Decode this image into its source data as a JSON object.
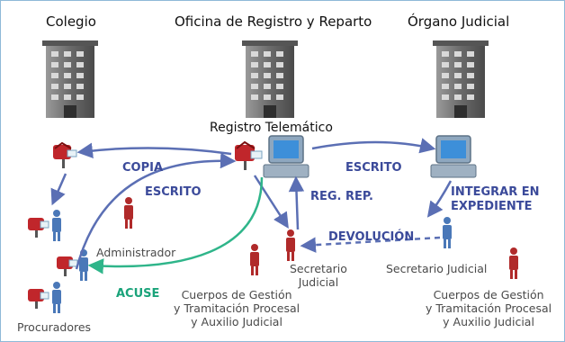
{
  "headers": {
    "colegio": "Colegio",
    "oficina": "Oficina de Registro y Reparto",
    "organo": "Órgano Judicial"
  },
  "labels": {
    "registro_telematico": "Registro Telemático",
    "administrador": "Administrador",
    "procuradores": "Procuradores",
    "secretario_left_1": "Secretario",
    "secretario_left_2": "Judicial",
    "secretario_right": "Secretario Judicial",
    "cuerpos_1": "Cuerpos de Gestión",
    "cuerpos_2": "y Tramitación Procesal",
    "cuerpos_3": "y Auxilio Judicial"
  },
  "flows": {
    "copia": "COPIA",
    "escrito_left": "ESCRITO",
    "escrito_right": "ESCRITO",
    "reg_rep": "REG. REP.",
    "integrar_1": "INTEGRAR EN",
    "integrar_2": "EXPEDIENTE",
    "devolucion": "DEVOLUCIÓN",
    "acuse": "ACUSE"
  },
  "colors": {
    "arrow_blue": "#5b6fb4",
    "arrow_green": "#2fb58a",
    "person_blue": "#4a78b8",
    "person_red": "#b02a2a",
    "building": "#6f6f6f"
  }
}
